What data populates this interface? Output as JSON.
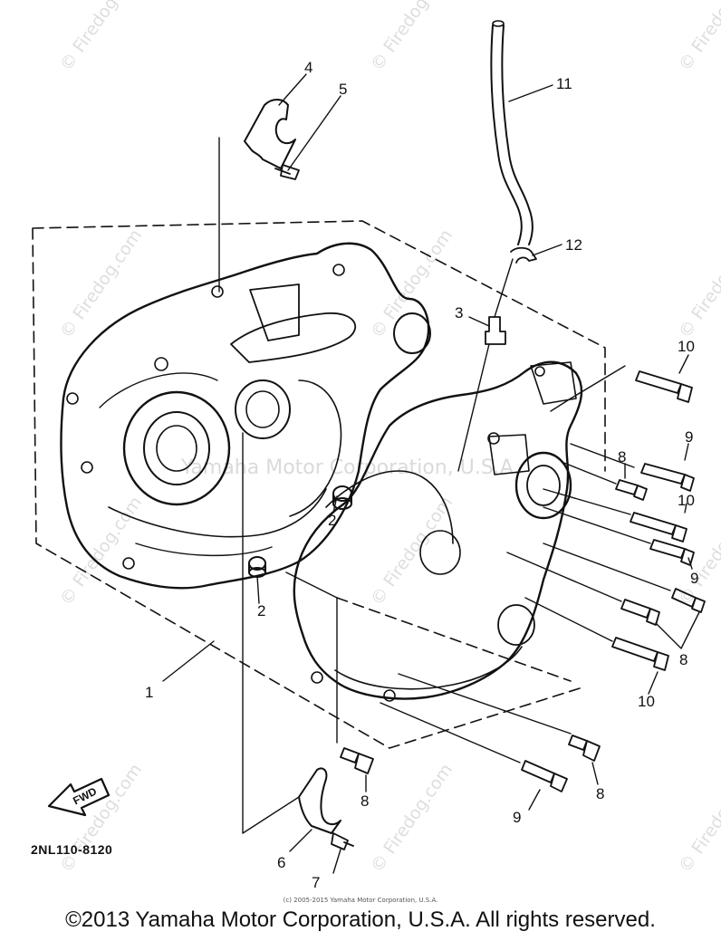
{
  "watermark": {
    "text": "© Firedog.com",
    "center_text": "Yamaha Motor Corporation, U.S.A."
  },
  "callouts": {
    "c1": "1",
    "c2a": "2",
    "c2b": "2",
    "c3": "3",
    "c4": "4",
    "c5": "5",
    "c6": "6",
    "c7": "7",
    "c8a": "8",
    "c8b": "8",
    "c8c": "8",
    "c8d": "8",
    "c9a": "9",
    "c9b": "9",
    "c9c": "9",
    "c10a": "10",
    "c10b": "10",
    "c10c": "10",
    "c11": "11",
    "c12": "12"
  },
  "fwd_label": "FWD",
  "diagram_code": "2NL110-8120",
  "small_copyright": "(c) 2005-2015 Yamaha Motor Corporation, U.S.A.",
  "copyright": "©2013 Yamaha Motor Corporation, U.S.A. All rights reserved."
}
